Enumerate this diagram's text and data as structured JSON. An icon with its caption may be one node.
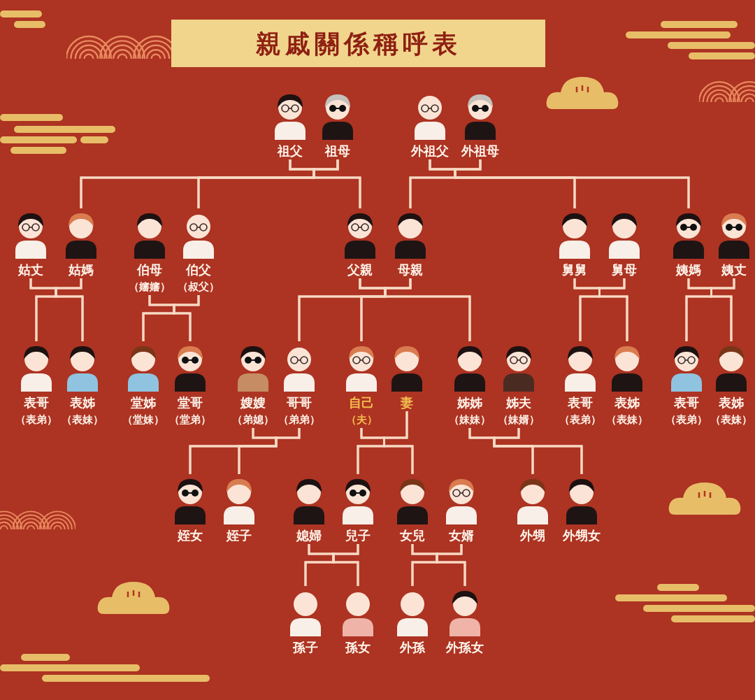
{
  "diagram": {
    "title": "親戚關係稱呼表",
    "nodes": [
      {
        "text": [
          "祖父"
        ]
      },
      {
        "text": [
          "祖母"
        ]
      },
      {
        "text": [
          "外祖父"
        ]
      },
      {
        "text": [
          "外祖母"
        ]
      },
      {
        "text": [
          "姑丈"
        ]
      },
      {
        "text": [
          "姑媽"
        ]
      },
      {
        "text": [
          "伯母",
          "（嬸嬸）"
        ]
      },
      {
        "text": [
          "伯父",
          "（叔父）"
        ]
      },
      {
        "text": [
          "父親"
        ]
      },
      {
        "text": [
          "母親"
        ]
      },
      {
        "text": [
          "舅舅"
        ]
      },
      {
        "text": [
          "舅母"
        ]
      },
      {
        "text": [
          "姨媽"
        ]
      },
      {
        "text": [
          "姨丈"
        ]
      },
      {
        "text": [
          "表哥",
          "（表弟）"
        ]
      },
      {
        "text": [
          "表姊",
          "（表妹）"
        ]
      },
      {
        "text": [
          "堂姊",
          "（堂妹）"
        ]
      },
      {
        "text": [
          "堂哥",
          "（堂弟）"
        ]
      },
      {
        "text": [
          "嫂嫂",
          "（弟媳）"
        ]
      },
      {
        "text": [
          "哥哥",
          "（弟弟）"
        ]
      },
      {
        "text": [
          "自己",
          "（夫）"
        ]
      },
      {
        "text": [
          "妻"
        ]
      },
      {
        "text": [
          "姊姊",
          "（妹妹）"
        ]
      },
      {
        "text": [
          "姊夫",
          "（妹婿）"
        ]
      },
      {
        "text": [
          "表哥",
          "（表弟）"
        ]
      },
      {
        "text": [
          "表姊",
          "（表妹）"
        ]
      },
      {
        "text": [
          "表哥",
          "（表弟）"
        ]
      },
      {
        "text": [
          "表姊",
          "（表妹）"
        ]
      },
      {
        "text": [
          "姪女"
        ]
      },
      {
        "text": [
          "姪子"
        ]
      },
      {
        "text": [
          "媳婦"
        ]
      },
      {
        "text": [
          "兒子"
        ]
      },
      {
        "text": [
          "女兒"
        ]
      },
      {
        "text": [
          "女婿"
        ]
      },
      {
        "text": [
          "外甥"
        ]
      },
      {
        "text": [
          "外甥女"
        ]
      },
      {
        "text": [
          "孫子"
        ]
      },
      {
        "text": [
          "孫女"
        ]
      },
      {
        "text": [
          "外孫"
        ]
      },
      {
        "text": [
          "外孫女"
        ]
      }
    ],
    "edges": [
      {
        "from": 0,
        "to": 5,
        "arrow": "none"
      },
      {
        "from": 1,
        "to": 5,
        "arrow": "none"
      },
      {
        "from": 0,
        "to": 7,
        "arrow": "none"
      },
      {
        "from": 1,
        "to": 7,
        "arrow": "none"
      },
      {
        "from": 0,
        "to": 8,
        "arrow": "none"
      },
      {
        "from": 1,
        "to": 8,
        "arrow": "none"
      },
      {
        "from": 2,
        "to": 9,
        "arrow": "none"
      },
      {
        "from": 3,
        "to": 9,
        "arrow": "none"
      },
      {
        "from": 2,
        "to": 10,
        "arrow": "none"
      },
      {
        "from": 3,
        "to": 10,
        "arrow": "none"
      },
      {
        "from": 2,
        "to": 12,
        "arrow": "none"
      },
      {
        "from": 3,
        "to": 12,
        "arrow": "none"
      },
      {
        "from": 4,
        "to": 14,
        "arrow": "none"
      },
      {
        "from": 5,
        "to": 14,
        "arrow": "none"
      },
      {
        "from": 4,
        "to": 15,
        "arrow": "none"
      },
      {
        "from": 5,
        "to": 15,
        "arrow": "none"
      },
      {
        "from": 6,
        "to": 16,
        "arrow": "none"
      },
      {
        "from": 7,
        "to": 16,
        "arrow": "none"
      },
      {
        "from": 6,
        "to": 17,
        "arrow": "none"
      },
      {
        "from": 7,
        "to": 17,
        "arrow": "none"
      },
      {
        "from": 8,
        "to": 19,
        "arrow": "none"
      },
      {
        "from": 9,
        "to": 19,
        "arrow": "none"
      },
      {
        "from": 8,
        "to": 20,
        "arrow": "none"
      },
      {
        "from": 9,
        "to": 20,
        "arrow": "none"
      },
      {
        "from": 8,
        "to": 22,
        "arrow": "none"
      },
      {
        "from": 9,
        "to": 22,
        "arrow": "none"
      },
      {
        "from": 10,
        "to": 24,
        "arrow": "none"
      },
      {
        "from": 11,
        "to": 24,
        "arrow": "none"
      },
      {
        "from": 10,
        "to": 25,
        "arrow": "none"
      },
      {
        "from": 11,
        "to": 25,
        "arrow": "none"
      },
      {
        "from": 12,
        "to": 26,
        "arrow": "none"
      },
      {
        "from": 13,
        "to": 26,
        "arrow": "none"
      },
      {
        "from": 12,
        "to": 27,
        "arrow": "none"
      },
      {
        "from": 13,
        "to": 27,
        "arrow": "none"
      },
      {
        "from": 18,
        "to": 28,
        "arrow": "none"
      },
      {
        "from": 19,
        "to": 28,
        "arrow": "none"
      },
      {
        "from": 18,
        "to": 29,
        "arrow": "none"
      },
      {
        "from": 19,
        "to": 29,
        "arrow": "none"
      },
      {
        "from": 20,
        "to": 31,
        "arrow": "none"
      },
      {
        "from": 21,
        "to": 31,
        "arrow": "none"
      },
      {
        "from": 20,
        "to": 32,
        "arrow": "none"
      },
      {
        "from": 21,
        "to": 32,
        "arrow": "none"
      },
      {
        "from": 22,
        "to": 34,
        "arrow": "none"
      },
      {
        "from": 23,
        "to": 34,
        "arrow": "none"
      },
      {
        "from": 22,
        "to": 35,
        "arrow": "none"
      },
      {
        "from": 23,
        "to": 35,
        "arrow": "none"
      },
      {
        "from": 30,
        "to": 36,
        "arrow": "none"
      },
      {
        "from": 31,
        "to": 36,
        "arrow": "none"
      },
      {
        "from": 30,
        "to": 37,
        "arrow": "none"
      },
      {
        "from": 31,
        "to": 37,
        "arrow": "none"
      },
      {
        "from": 32,
        "to": 38,
        "arrow": "none"
      },
      {
        "from": 33,
        "to": 38,
        "arrow": "none"
      },
      {
        "from": 32,
        "to": 39,
        "arrow": "none"
      },
      {
        "from": 33,
        "to": 39,
        "arrow": "none"
      }
    ]
  }
}
